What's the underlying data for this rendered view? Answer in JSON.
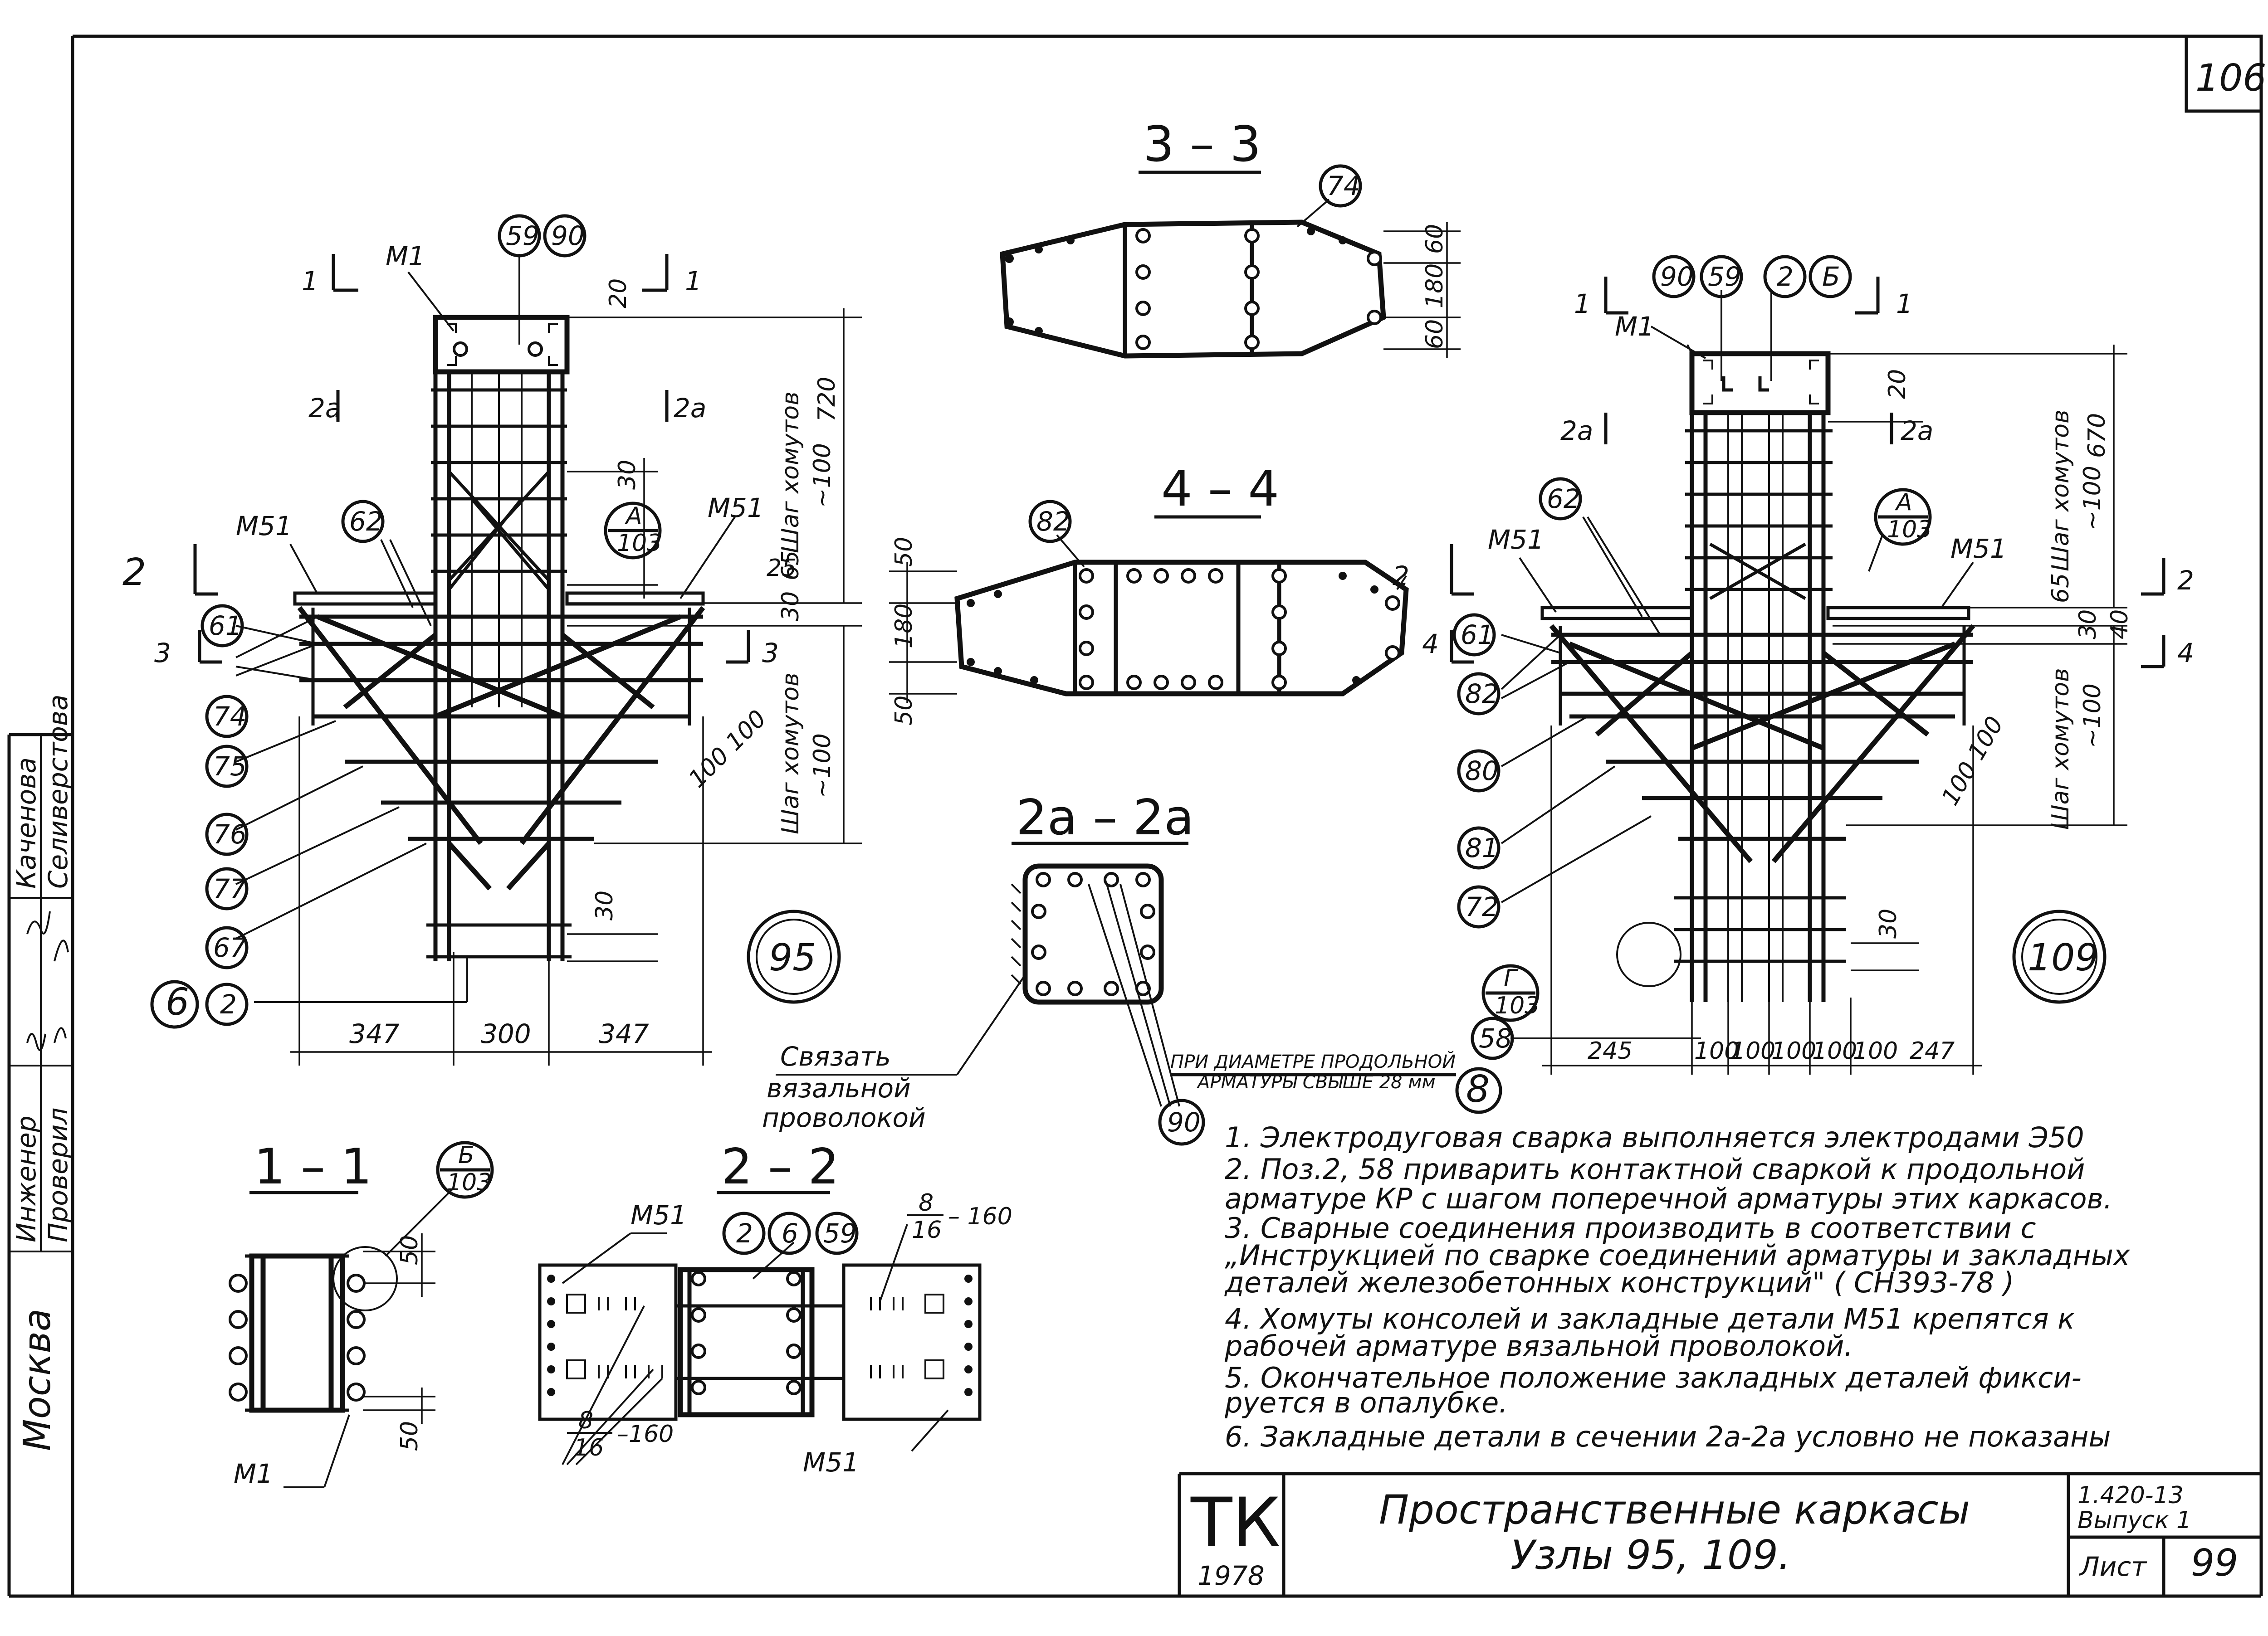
{
  "sheet": {
    "page_number": "106",
    "side_stamp": {
      "engineer_label": "Инженер",
      "checked_label": "Проверил",
      "engineer_name": "Каченова",
      "checker_name": "Селиверстова",
      "city": "Москва"
    }
  },
  "sections": {
    "s33": "3 – 3",
    "s44": "4 – 4",
    "s2a": "2a – 2a",
    "s11": "1 – 1",
    "s22": "2 – 2"
  },
  "node95": {
    "id": "95",
    "labels": {
      "m1": "M1",
      "m51_left": "M51",
      "m51_right": "M51",
      "c59": "59",
      "c90": "90",
      "c62": "62",
      "c61": "61",
      "c74": "74",
      "c75": "75",
      "c76": "76",
      "c77": "77",
      "c67": "67",
      "c6": "6",
      "c2": "2",
      "detail_a_top": "A",
      "detail_a_bot": "103",
      "cut1": "1",
      "cut1r": "1",
      "cut2": "2",
      "cut2a": "2a",
      "cut2ar": "2a",
      "cut3": "3",
      "cut3r": "3"
    },
    "dims": {
      "d20": "20",
      "d30a": "30",
      "d25": "25",
      "d30b": "30",
      "d30c": "30",
      "d720": "720",
      "d100a": "~100",
      "d100b": "~100",
      "d65": "65",
      "d100100": "100 100",
      "step_top": "Шаг хомутов",
      "step_bot": "Шаг хомутов",
      "w1": "347",
      "w2": "300",
      "w3": "347"
    }
  },
  "node109": {
    "id": "109",
    "labels": {
      "m1": "M1",
      "m51_left": "M51",
      "m51_right": "M51",
      "c90": "90",
      "c59": "59",
      "c2": "2",
      "cB": "Б",
      "c62": "62",
      "c61": "61",
      "c82": "82",
      "c80": "80",
      "c81": "81",
      "c72": "72",
      "c58": "58",
      "detail_a_top": "A",
      "detail_a_bot": "103",
      "detail_g_top": "Г",
      "detail_g_bot": "103",
      "cut1": "1",
      "cut1r": "1",
      "cut2a": "2a",
      "cut2ar": "2a",
      "cut2": "2",
      "cut4": "4",
      "cut4r": "4"
    },
    "dims": {
      "d20": "20",
      "d670": "670",
      "d100a": "~100",
      "d65": "65",
      "d30": "30",
      "d40": "40",
      "d100b": "~100",
      "d100100": "100 100",
      "d30b": "30",
      "step_top": "Шаг хомутов",
      "step_bot": "Шаг хомутов",
      "w": [
        "245",
        "100",
        "100",
        "100",
        "100",
        "100",
        "247"
      ]
    }
  },
  "sec33": {
    "c74": "74",
    "d60a": "60",
    "d180": "180",
    "d60b": "60"
  },
  "sec44": {
    "c82": "82",
    "d50a": "50",
    "d180": "180",
    "d50b": "50",
    "mark2": "2"
  },
  "sec2a": {
    "tie_label_1": "Связать",
    "tie_label_2": "вязальной",
    "tie_label_3": "проволокой",
    "note_1": "ПРИ ДИАМЕТРЕ ПРОДОЛЬНОЙ",
    "note_2": "АРМАТУРЫ СВЫШЕ 28 мм",
    "c8": "8",
    "c90": "90"
  },
  "sec11": {
    "cB_top": "Б",
    "cB_bot": "103",
    "d50a": "50",
    "d50b": "50",
    "m1": "M1"
  },
  "sec22": {
    "m51_top": "M51",
    "m51_bot": "M51",
    "c2": "2",
    "c6": "6",
    "c59": "59",
    "spec_left_top": "8",
    "spec_left_bot": "16",
    "spec_left_len": "–160",
    "spec_right_top": "8",
    "spec_right_bot": "16",
    "spec_right_len": "– 160"
  },
  "notes": [
    "1.  Электродуговая сварка выполняется электродами Э50",
    "2.  Поз.2, 58 приварить контактной сваркой к продольной",
    "     арматуре КР  с шагом поперечной арматуры этих каркасов.",
    "3.  Сварные соединения производить в соответствии с",
    "     „Инструкцией по сварке соединений арматуры и закладных",
    "     деталей железобетонных конструкций\" ( СН393-78 )",
    "4.  Хомуты консолей и закладные детали М51 крепятся к",
    "     рабочей арматуре вязальной проволокой.",
    "5.  Окончательное положение закладных деталей фикси-",
    "     руется в опалубке.",
    "6.  Закладные детали в сечении 2а-2а условно не показаны"
  ],
  "title_block": {
    "logo_top": "ТК",
    "year": "1978",
    "title_line1": "Пространственные каркасы",
    "title_line2": "Узлы 95, 109.",
    "series": "1.420-13",
    "issue": "Выпуск 1",
    "sheet_label": "Лист",
    "sheet_no": "99"
  }
}
